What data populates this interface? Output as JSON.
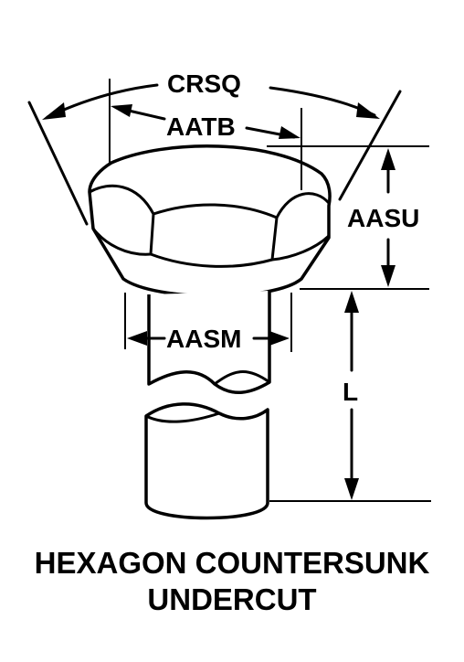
{
  "labels": {
    "crsq": "CRSQ",
    "aatb": "AATB",
    "aasu": "AASU",
    "aasm": "AASM",
    "l": "L"
  },
  "caption": {
    "line1": "HEXAGON COUNTERSUNK",
    "line2": "UNDERCUT"
  }
}
